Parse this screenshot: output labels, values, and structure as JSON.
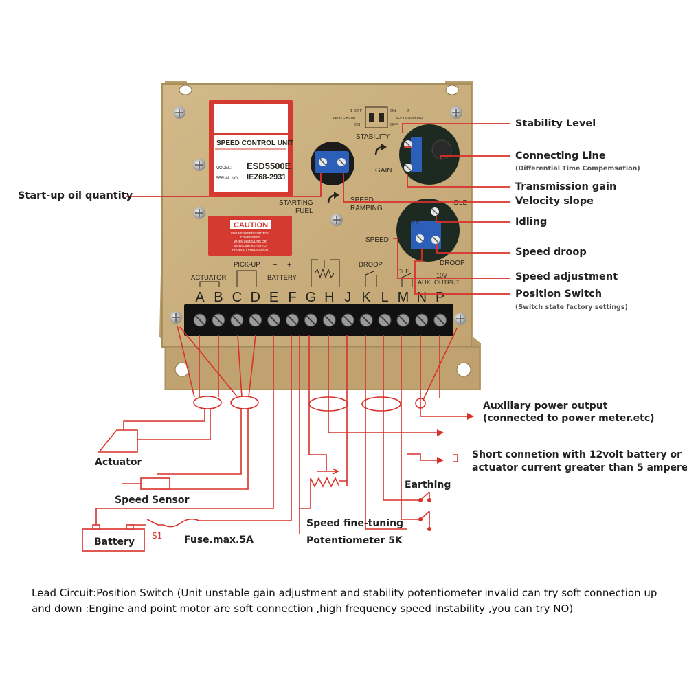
{
  "board": {
    "label_title": "SPEED CONTROL UNIT",
    "label_model_key": "MODEL:",
    "label_model": "ESD5500E",
    "label_serial_key": "SERIAL NO.",
    "label_serial": "IEZ68-2931",
    "caution_title": "CAUTION",
    "caution_lines": [
      "ENGINE SPEED CONTROL",
      "COMPONENT",
      "WHEN INSTALLING OR",
      "SERVICING REFER TO",
      "PRODUCT PUBLICATION"
    ],
    "pot_labels": {
      "stability": "STABILITY",
      "gain": "GAIN",
      "starting_fuel_1": "STARTING",
      "starting_fuel_2": "FUEL",
      "speed_ramping_1": "SPEED",
      "speed_ramping_2": "RAMPING",
      "idle": "IDLE",
      "speed": "SPEED",
      "droop": "DROOP",
      "dip_numbers": "1 2 3"
    },
    "dip": {
      "lead_circuit": "LEAD CIRCUIT",
      "soft_coupling": "SOFT COUPLING",
      "off": "OFF",
      "on": "ON",
      "one": "1",
      "two": "2"
    },
    "group_labels": {
      "actuator": "ACTUATOR",
      "pickup": "PICK-UP",
      "battery": "BATTERY",
      "minus": "−",
      "plus": "+",
      "droop": "DROOP",
      "idle": "DLE",
      "aux": "AUX",
      "ten_v": "10V",
      "output": "OUTPUT"
    },
    "terminals": [
      "A",
      "B",
      "C",
      "D",
      "E",
      "F",
      "G",
      "H",
      "J",
      "K",
      "L",
      "M",
      "N",
      "P"
    ]
  },
  "callouts": {
    "stability_level": "Stability Level",
    "connecting_line": "Connecting Line",
    "connecting_line_sub": "(Differential Time Compemsation)",
    "transmission_gain": "Transmission gain",
    "velocity_slope": "Velocity  slope",
    "idling": "Idling",
    "speed_droop": "Speed droop",
    "speed_adjustment": "Speed adjustment",
    "position_switch": "Position Switch",
    "position_switch_sub": "(Switch state factory settings)",
    "startup_oil": "Start-up oil quantity"
  },
  "wiring": {
    "actuator": "Actuator",
    "speed_sensor": "Speed Sensor",
    "battery": "Battery",
    "s1": "S1",
    "fuse": "Fuse.max.5A",
    "aux_output_1": "Auxiliary power output",
    "aux_output_2": "(connected to power meter.etc)",
    "short_conn_1": "Short connetion with 12volt battery or",
    "short_conn_2": "actuator current greater than 5 amperes",
    "earthing": "Earthing",
    "speed_fine_tuning": "Speed fine-tuning",
    "potentiometer": "Potentiometer 5K"
  },
  "caption": {
    "line1": "Lead Circuit:Position Switch (Unit unstable  gain adjustment and stability potentiometer invalid can try soft connection up",
    "line2": "and down :Engine and point motor are soft connection ,high frequency speed instability ,you can try NO)"
  },
  "colors": {
    "board": "#c9ae7e",
    "board_edge": "#a8905e",
    "wire": "#d9302a",
    "label_red": "#d43a2f",
    "pot_blue": "#2b5fb8",
    "terminal": "#1a1a1a",
    "text": "#222222"
  }
}
